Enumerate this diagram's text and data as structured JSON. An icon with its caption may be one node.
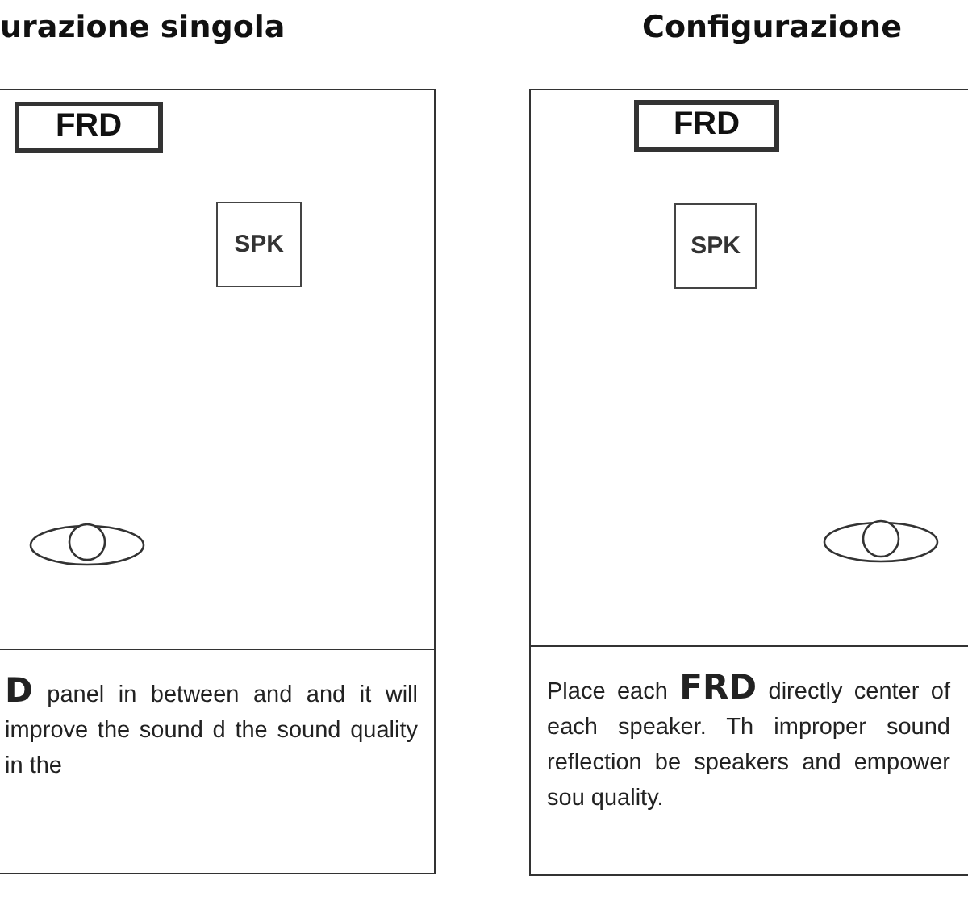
{
  "diagram": {
    "nodes": [
      {
        "text": [
          "urazione singola"
        ]
      },
      {
        "text": [
          "FRD"
        ],
        "in": 0
      },
      {
        "text": [
          "SPK"
        ],
        "in": 0
      },
      {
        "text": [
          "**D** panel in between and and it will improve the sound d the sound quality in the"
        ]
      },
      {
        "text": [
          "Configurazione"
        ]
      },
      {
        "text": [
          "FRD"
        ],
        "in": 4
      },
      {
        "text": [
          "SPK"
        ],
        "in": 4
      },
      {
        "text": [
          "Place each **FRD** directly center of each speaker. Th improper sound reflection be speakers and empower sou quality."
        ]
      }
    ]
  }
}
